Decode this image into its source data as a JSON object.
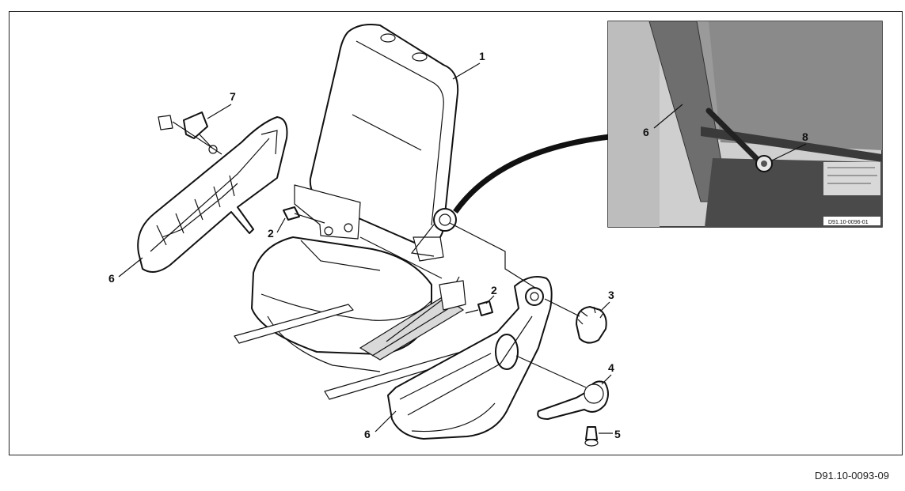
{
  "callouts": {
    "backrest": "1",
    "bolt_left": "2",
    "bolt_right": "2",
    "recliner_knob": "3",
    "lever": "4",
    "screw": "5",
    "trim_left": "6",
    "trim_right": "6",
    "belt_buckle": "7",
    "inset_trim": "6",
    "inset_screw": "8"
  },
  "inset": {
    "code": "D91.10-0096-01"
  },
  "figure": {
    "code": "D91.10-0093-09"
  }
}
